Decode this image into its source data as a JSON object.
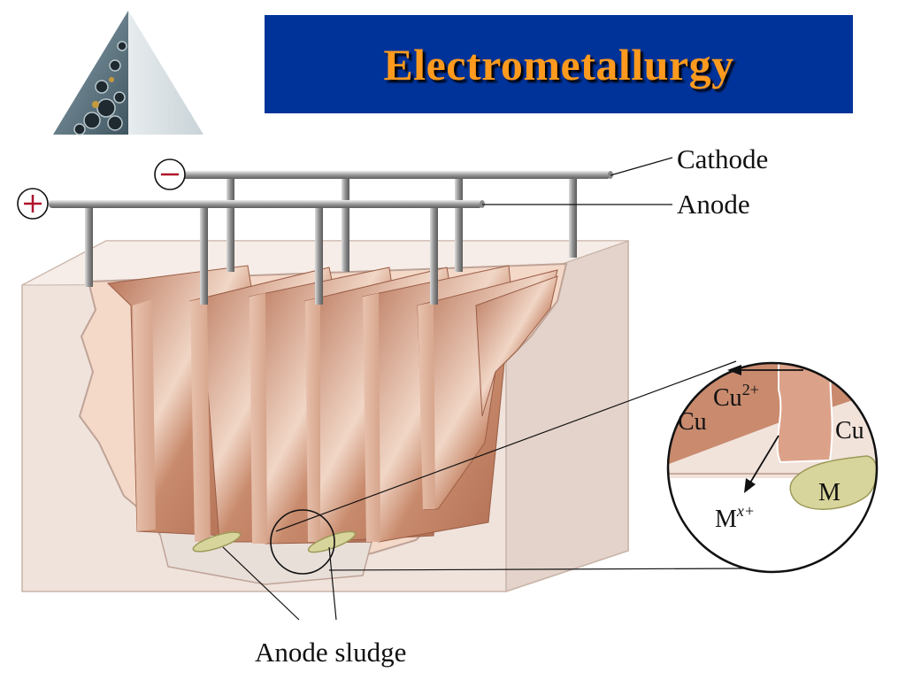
{
  "title": "Electrometallurgy",
  "colors": {
    "banner": "#003399",
    "title": "#ff9a1e",
    "copper": "#c98a6e",
    "sludge": "#d7d59b",
    "tank": "#ede1da"
  },
  "logo_icon": "molecule-pyramid-logo",
  "labels": {
    "cathode": "Cathode",
    "anode": "Anode",
    "anode_sludge": "Anode sludge",
    "minus": "−",
    "plus": "+"
  },
  "inset": {
    "cu_left": "Cu",
    "cu_ion": "Cu",
    "cu_ion_charge": "2+",
    "cu_right": "Cu",
    "metal": "M",
    "metal_ion": "M",
    "metal_ion_charge": "x+"
  }
}
